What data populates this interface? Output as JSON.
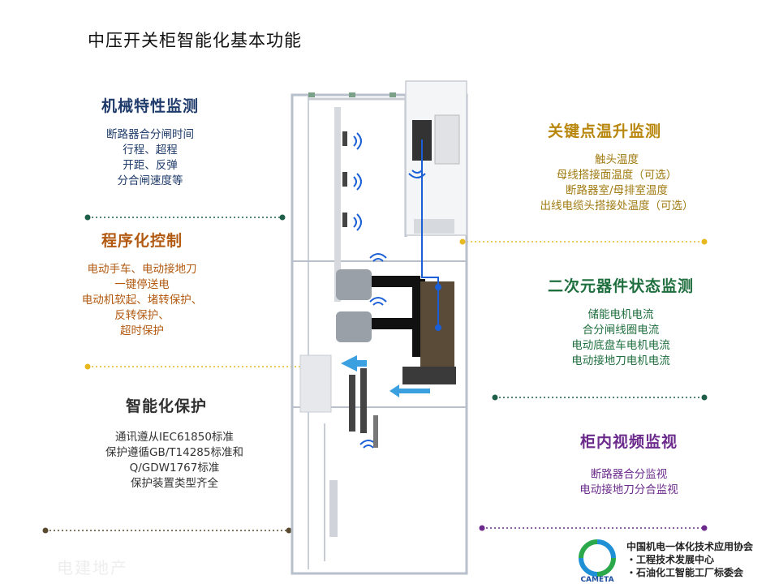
{
  "title": "中压开关柜智能化基本功能",
  "sections": {
    "mechanical": {
      "heading": "机械特性监测",
      "items": [
        "断路器合分闸时间",
        "行程、超程",
        "开距、反弹",
        "分合闸速度等"
      ]
    },
    "program": {
      "heading": "程序化控制",
      "items": [
        "电动手车、电动接地刀",
        "一键停送电",
        "电动机软起、堵转保护、",
        "反转保护、",
        "超时保护"
      ]
    },
    "protection": {
      "heading": "智能化保护",
      "items": [
        "通讯遵从IEC61850标准",
        "保护遵循GB/T14285标准和",
        "Q/GDW1767标准",
        "保护装置类型齐全"
      ]
    },
    "temperature": {
      "heading": "关键点温升监测",
      "items": [
        "触头温度",
        "母线搭接面温度（可选）",
        "断路器室/母排室温度",
        "出线电缆头搭接处温度（可选）"
      ]
    },
    "secondary": {
      "heading": "二次元器件状态监测",
      "items": [
        "储能电机电流",
        "合分闸线圈电流",
        "电动底盘车电机电流",
        "电动接地刀电机电流"
      ]
    },
    "video": {
      "heading": "柜内视频监视",
      "items": [
        "断路器合分监视",
        "电动接地刀分合监视"
      ]
    }
  },
  "footer": {
    "logo_text": "CAMETA",
    "lines": [
      "中国机电一体化技术应用协会",
      "・工程技术发展中心",
      "・石油化工智能工厂标委会"
    ]
  },
  "watermark": "电建地产",
  "colors": {
    "navy": "#1f3b6b",
    "brown": "#b25a12",
    "gold": "#e8b820",
    "green": "#1f6f3f",
    "purple": "#6b2a8c",
    "blue_arrow": "#3aa0e0",
    "signal_line": "#1a5fd6"
  }
}
